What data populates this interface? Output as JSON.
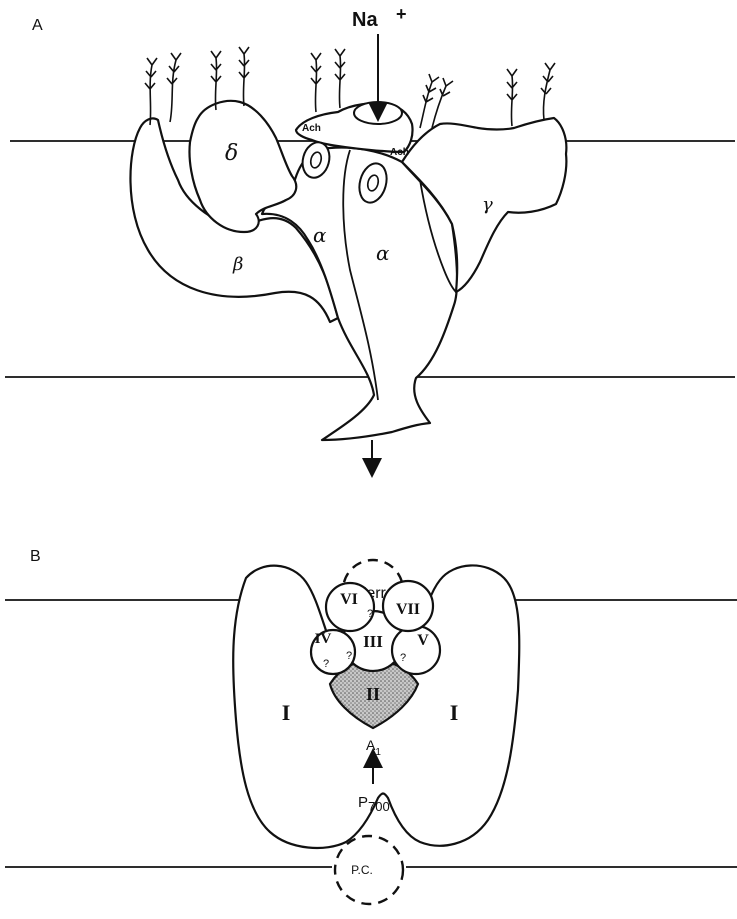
{
  "panel_a": {
    "label": "A",
    "ion": "Na",
    "ion_charge": "+",
    "ach_left": "Ach",
    "ach_right": "Ach",
    "subunit_delta": "δ",
    "subunit_beta": "β",
    "subunit_alpha_1": "α",
    "subunit_alpha_2": "α",
    "subunit_gamma": "γ"
  },
  "panel_b": {
    "label": "B",
    "ferr": "Ferr.",
    "pc": "P.C.",
    "subunit_I_left": "I",
    "subunit_I_right": "I",
    "subunit_II": "II",
    "subunit_III": "III",
    "subunit_IV": "IV",
    "subunit_V": "V",
    "subunit_VI": "VI",
    "subunit_VII": "VII",
    "q1": "?",
    "q2": "?",
    "q3": "?",
    "q4": "?",
    "a1_main": "A",
    "a1_sub": "1",
    "p700_main": "P",
    "p700_sub": "700"
  }
}
